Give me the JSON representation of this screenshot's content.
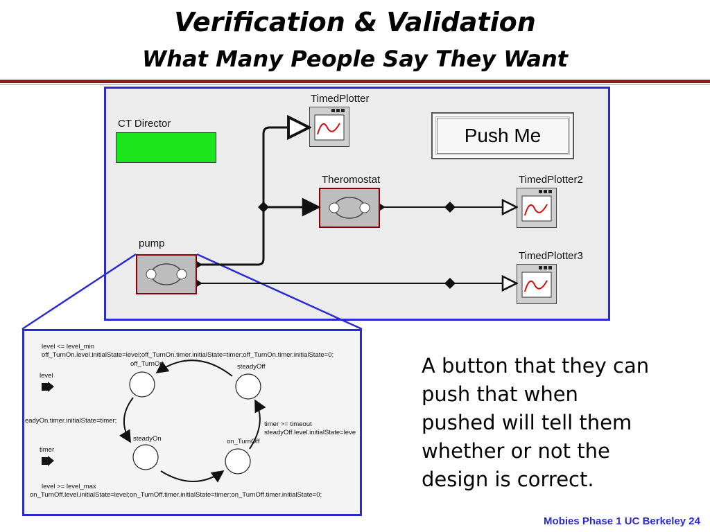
{
  "slide": {
    "title": "Verification & Validation",
    "subtitle": "What Many People Say They Want",
    "caption": "A button that they can push that when pushed will tell them whether or not the design is correct.",
    "footer": "Mobies Phase 1 UC Berkeley  24"
  },
  "model": {
    "director_label": "CT Director",
    "push_button_label": "Push Me",
    "plotter1_label": "TimedPlotter",
    "plotter2_label": "TimedPlotter2",
    "plotter3_label": "TimedPlotter3",
    "thermostat_label": "Theromostat",
    "pump_label": "pump"
  },
  "fsm": {
    "guard_top_1": "level <= level_min",
    "guard_top_2": "off_TurnOn.level.initialState=level;off_TurnOn.timer.initialState=timer;off_TurnOn.timer.initialState=0;",
    "state_off_turnon": "off_TurnOn",
    "state_steadyoff": "steadyOff",
    "state_steadyon": "steadyOn",
    "state_on_turnoff": "on_TurnOff",
    "port_level": "level",
    "port_timer": "timer",
    "left_action": "eadyOn.timer.initialState=timer;",
    "right_guard_1": "timer >= timeout",
    "right_guard_2": "steadyOff.level.initialState=leve",
    "guard_bottom_1": "level >= level_max",
    "guard_bottom_2": "on_TurnOff.level.initialState=level;on_TurnOff.timer.initialState=timer;on_TurnOff.timer.initialState=0;"
  },
  "colors": {
    "accent_blue": "#2a2ad0",
    "header_rule": "#8b1a1a",
    "director_green": "#1be61b",
    "actor_border": "#8b0000"
  }
}
